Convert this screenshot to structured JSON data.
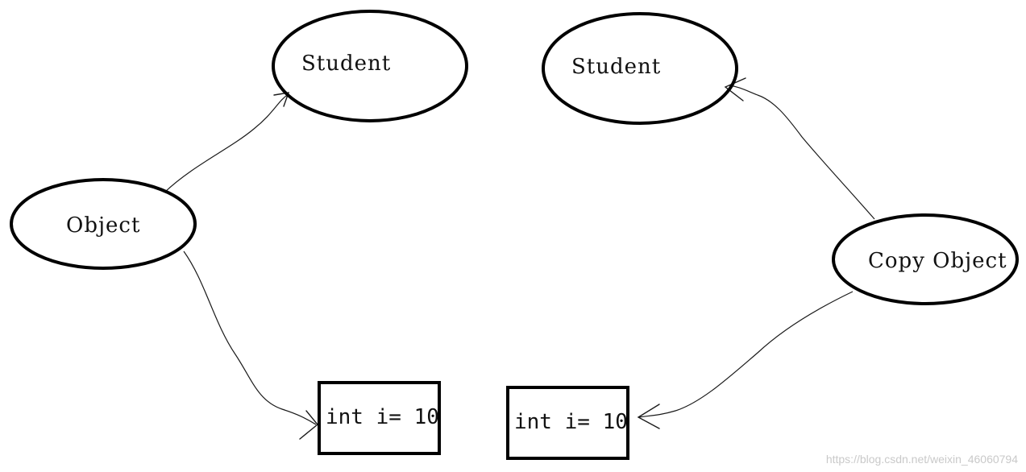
{
  "nodes": {
    "student_left": "Student",
    "student_right": "Student",
    "object": "Object",
    "copy_object": "Copy Object",
    "int_left": "int i= 10",
    "int_right": "int i= 10"
  },
  "watermark": "https://blog.csdn.net/weixin_46060794"
}
